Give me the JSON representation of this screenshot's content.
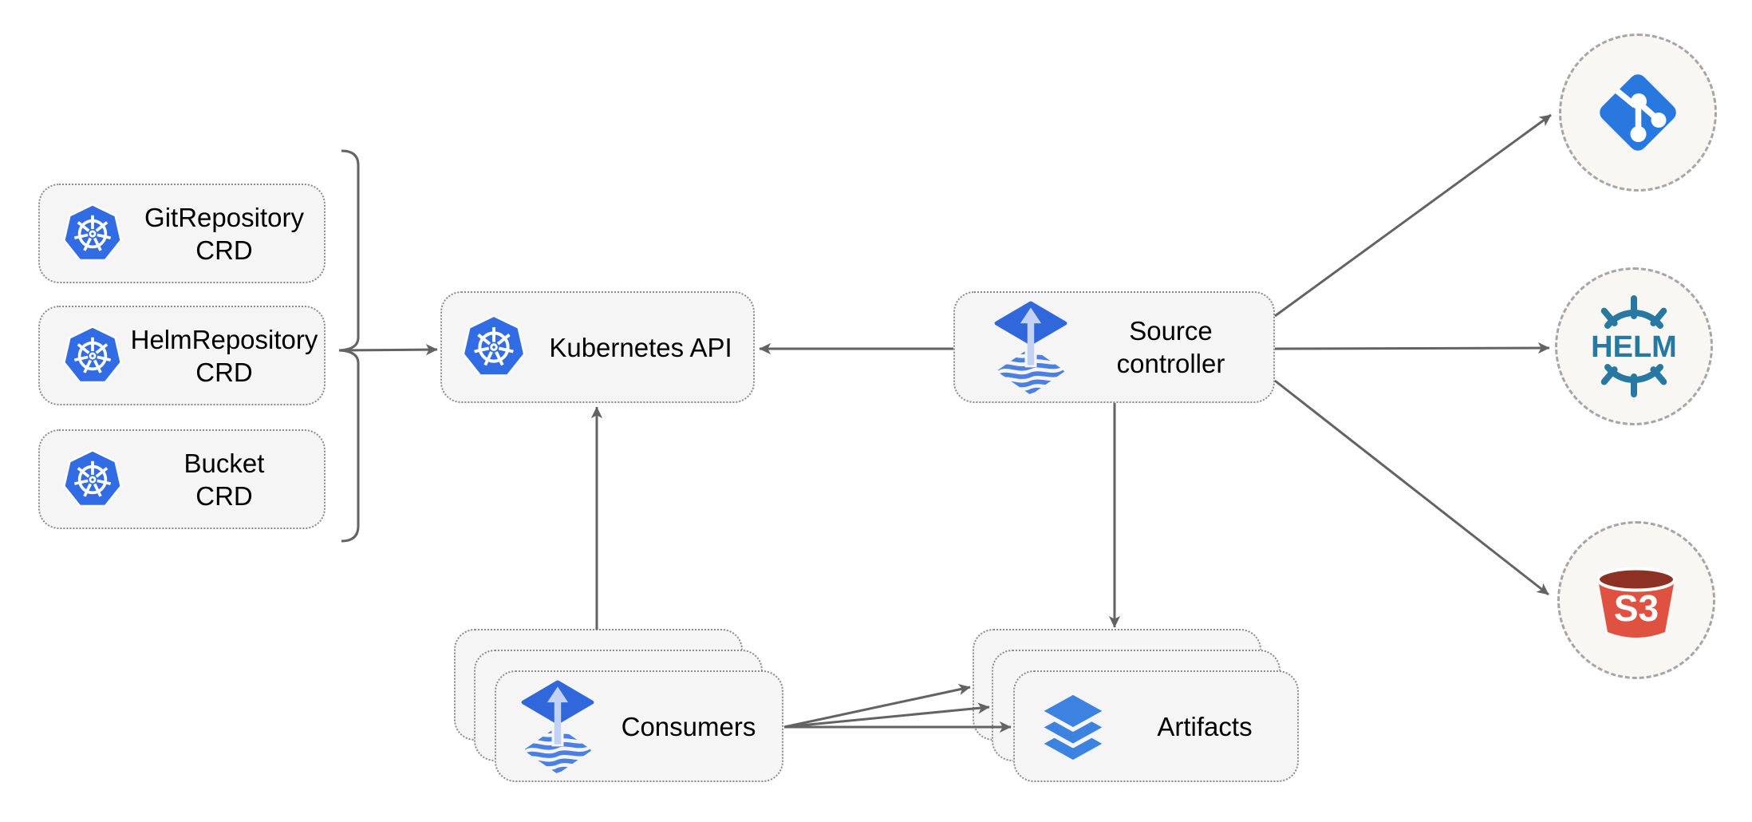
{
  "diagram": {
    "background": "#ffffff",
    "arrow_color": "#636363",
    "node_fill": "#f5f5f5",
    "node_border": "#8c8c8c",
    "circle_fill": "#f8f7f4",
    "circle_border": "#a6a6a6",
    "kubernetes_blue": "#326CE5",
    "flux_blue": "#3068DB",
    "flux_arrow_light": "#C3D2F3",
    "flux_wave_blue": "#4B80E2",
    "layers_blue": "#3C83E1",
    "git_blue": "#2878DF",
    "helm_teal": "#2879A2",
    "s3_red": "#DF5242",
    "s3_dark_red": "#8C3123"
  },
  "nodes": {
    "crd_boxes": [
      {
        "line1": "GitRepository",
        "line2": "CRD",
        "icon": "kubernetes-icon"
      },
      {
        "line1": "HelmRepository",
        "line2": "CRD",
        "icon": "kubernetes-icon"
      },
      {
        "line1": "Bucket",
        "line2": "CRD",
        "icon": "kubernetes-icon"
      }
    ],
    "kubernetes_api": {
      "label": "Kubernetes API",
      "icon": "kubernetes-icon"
    },
    "source_controller": {
      "line1": "Source",
      "line2": "controller",
      "icon": "flux-icon"
    },
    "consumers": {
      "label": "Consumers",
      "icon": "flux-icon",
      "stacked": 3
    },
    "artifacts": {
      "label": "Artifacts",
      "icon": "layers-icon",
      "stacked": 3
    },
    "git_endpoint": {
      "icon": "git-icon"
    },
    "helm_endpoint": {
      "icon": "helm-icon",
      "icon_text": "HELM"
    },
    "s3_endpoint": {
      "icon": "s3-bucket-icon",
      "icon_text": "S3"
    }
  },
  "edges": [
    {
      "from": "crd-group-bracket",
      "to": "kubernetes-api"
    },
    {
      "from": "source-controller",
      "to": "kubernetes-api"
    },
    {
      "from": "consumers",
      "to": "kubernetes-api"
    },
    {
      "from": "source-controller",
      "to": "git-endpoint"
    },
    {
      "from": "source-controller",
      "to": "helm-endpoint"
    },
    {
      "from": "source-controller",
      "to": "s3-endpoint"
    },
    {
      "from": "source-controller",
      "to": "artifacts"
    },
    {
      "from": "consumers",
      "to": "artifacts",
      "count": 3
    }
  ]
}
